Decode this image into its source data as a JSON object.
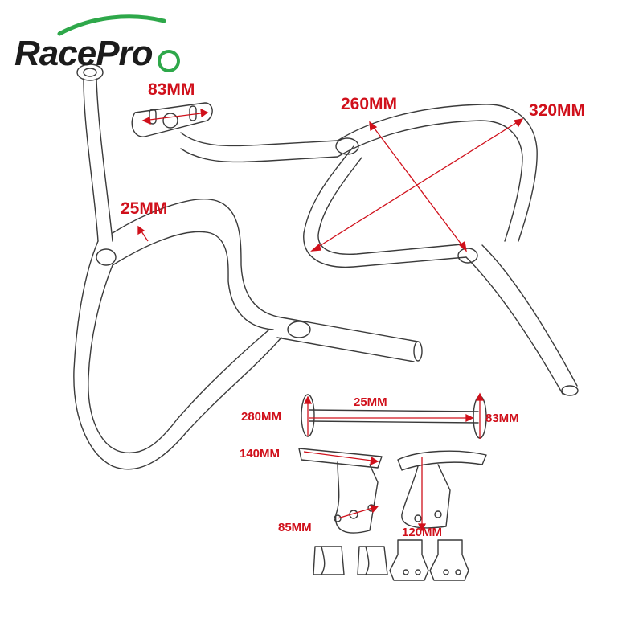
{
  "brand": {
    "name": "RacePro",
    "text_color": "#1c1c1c",
    "swoosh_color": "#2ea84a"
  },
  "dimensions": {
    "a": "83MM",
    "b": "260MM",
    "c": "320MM",
    "d": "25MM",
    "e": "280MM",
    "f": "25MM",
    "g": "83MM",
    "h": "140MM",
    "i": "85MM",
    "j": "120MM"
  },
  "colors": {
    "dimension": "#d0101b",
    "line_art": "#3a3a3a"
  }
}
